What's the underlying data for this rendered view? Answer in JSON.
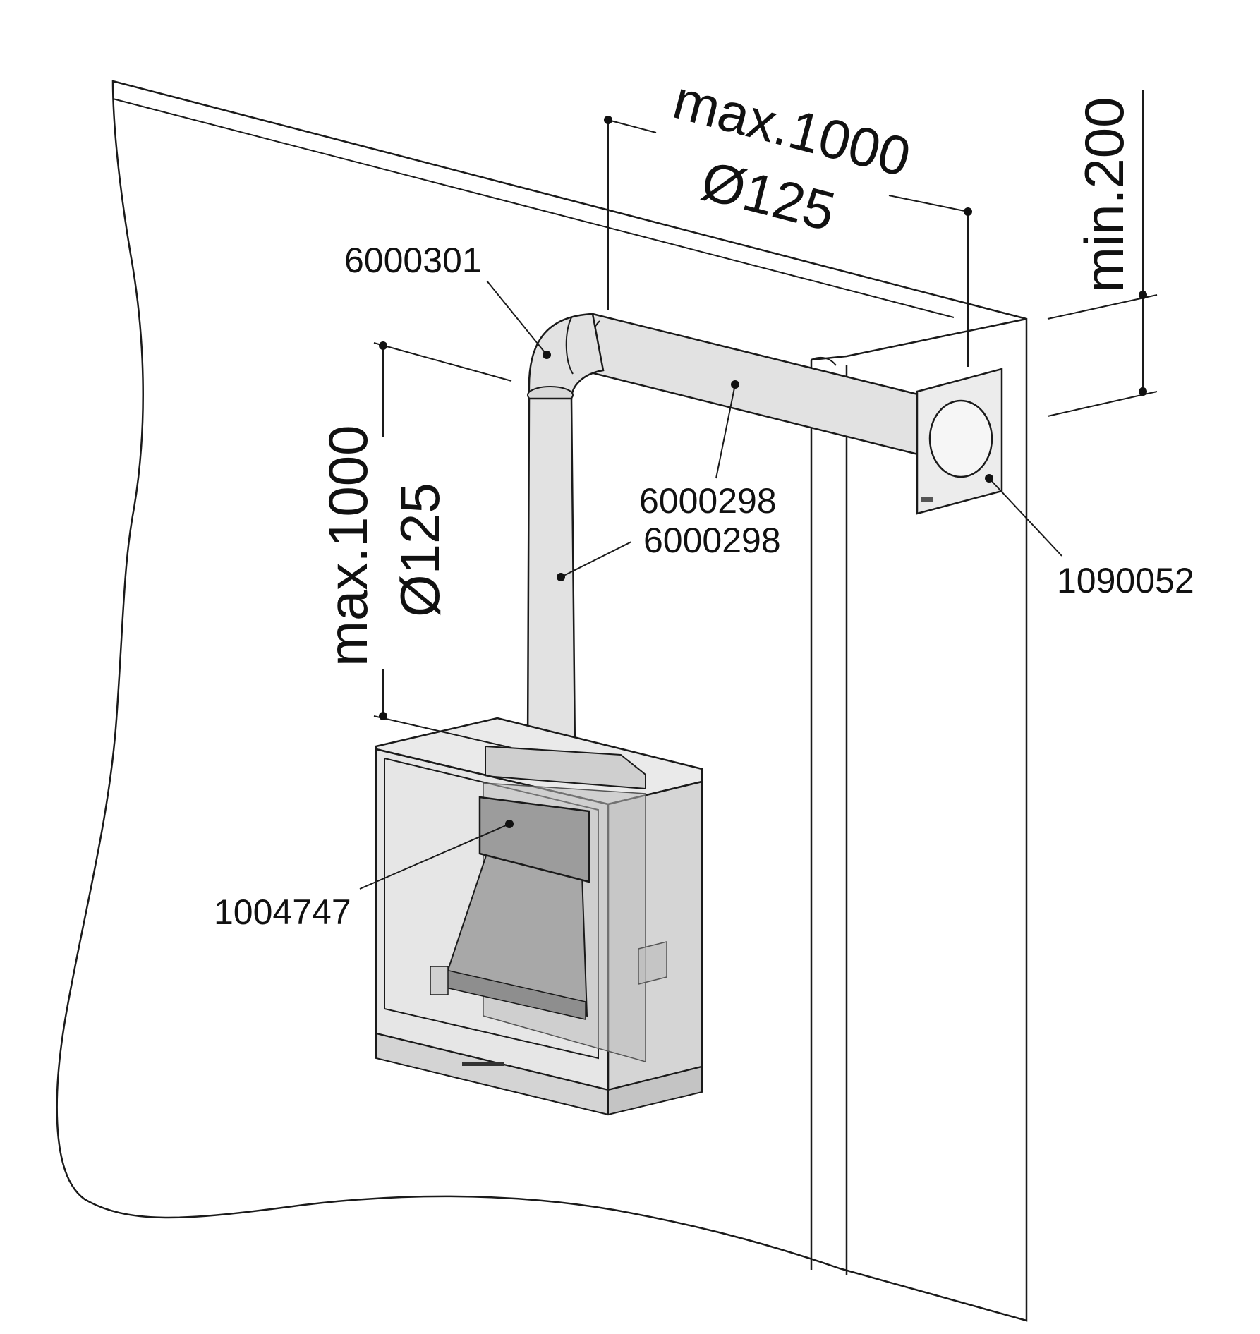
{
  "colors": {
    "line": "#1a1a1a",
    "pipe": "#e2e2e2",
    "pipe_dark": "#c9c9c9",
    "box_glass": "#d9d9d9",
    "dark_part": "#9c9c9c",
    "background": "#ffffff"
  },
  "labels": {
    "elbow": "6000301",
    "pipe_horizontal": "6000298",
    "pipe_vertical": "6000298",
    "wall_terminal": "1090052",
    "restrictor": "1004747"
  },
  "dimensions": {
    "horizontal_length": "max.1000",
    "horizontal_diameter": "Ø125",
    "vertical_length": "max.1000",
    "vertical_diameter": "Ø125",
    "terminal_clearance": "min.200"
  }
}
